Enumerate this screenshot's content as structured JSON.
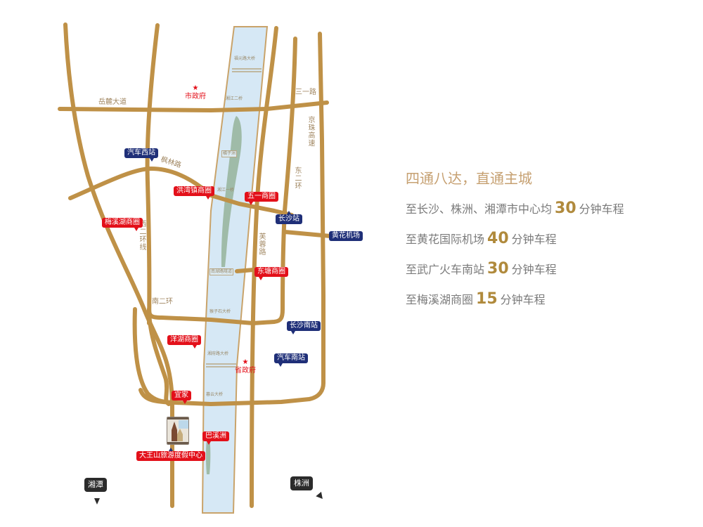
{
  "colors": {
    "road": "#bf9147",
    "river": "#d6e8f5",
    "river_island": "#9fbba8",
    "poi_red": "#e3101a",
    "poi_blue": "#1f2f78",
    "title_gold": "#c6a071",
    "number_gold": "#b08a3c",
    "body_gray": "#7a7a7a",
    "road_label": "#a08660"
  },
  "road_labels": {
    "yuelu_avenue": "岳麓大道",
    "sanyi_road": "三一路",
    "jingzhu_expressway": "京珠高速",
    "fenglin_road": "枫林路",
    "east_second_ring": "东二环",
    "west_second_ring": "西二环线",
    "furong_road": "芙蓉路",
    "south_second_ring": "南二环"
  },
  "bridge_labels": {
    "fuyuan_bridge": "福元路大桥",
    "xiangjiang_second_bridge": "湘江二桥",
    "orange_isle": "橘子洲",
    "xiangjiang_first_bridge": "湘江一桥",
    "nanhu_tunnel": "南湖路隧道",
    "juzizhou_bridge": "猴子石大桥",
    "xiangfu_bridge": "湘府路大桥",
    "hunting_bridge": "暮云大桥"
  },
  "government": {
    "city_hall": {
      "icon": "star-icon",
      "label": "市政府"
    },
    "provincial_hall": {
      "icon": "star-icon",
      "label": "省政府"
    }
  },
  "poi_red": {
    "hongshanmiao": "洪湾镇商圈",
    "wuyi": "五一商圈",
    "meixihu": "梅溪湖商圈",
    "dongtang": "东塘商圈",
    "yanghu": "洋湖商圈",
    "yijia": "宜家",
    "baxizhou": "巴溪洲",
    "resort": "大王山旅游度假中心"
  },
  "poi_blue": {
    "west_bus_station": "汽车西站",
    "changsha_station": "长沙站",
    "huanghua_airport": "黄花机场",
    "changsha_south_station": "长沙南站",
    "south_bus_station": "汽车南站"
  },
  "city_markers": {
    "xiangtan": "湘潭",
    "zhuzhou": "株洲"
  },
  "info": {
    "title": "四通八达，直通主城",
    "lines": [
      {
        "prefix": "至长沙、株洲、湘潭市中心均",
        "number": "30",
        "suffix": "分钟车程"
      },
      {
        "prefix": "至黄花国际机场",
        "number": "40",
        "suffix": "分钟车程"
      },
      {
        "prefix": "至武广火车南站",
        "number": "30",
        "suffix": "分钟车程"
      },
      {
        "prefix": "至梅溪湖商圈",
        "number": "15",
        "suffix": "分钟车程"
      }
    ]
  }
}
